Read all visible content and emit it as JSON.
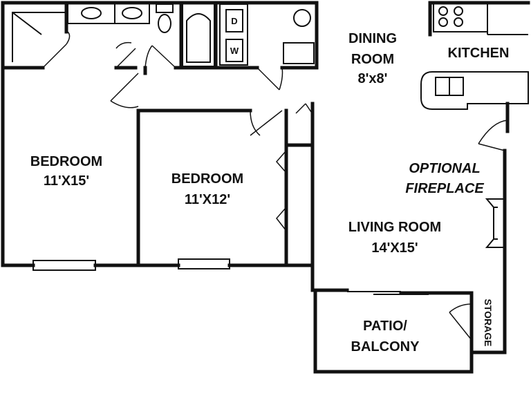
{
  "rooms": {
    "bedroom_left": {
      "name": "BEDROOM",
      "size": "11'X15'"
    },
    "bedroom_center": {
      "name": "BEDROOM",
      "size": "11'X12'"
    },
    "dining": {
      "name_line1": "DINING",
      "name_line2": "ROOM",
      "size": "8'x8'"
    },
    "kitchen": {
      "name": "KITCHEN"
    },
    "fireplace": {
      "line1": "OPTIONAL",
      "line2": "FIREPLACE"
    },
    "living": {
      "name": "LIVING ROOM",
      "size": "14'X15'"
    },
    "patio": {
      "line1": "PATIO/",
      "line2": "BALCONY"
    },
    "storage": {
      "name": "STORAGE"
    }
  },
  "appliances": {
    "dryer": "D",
    "washer": "W"
  }
}
